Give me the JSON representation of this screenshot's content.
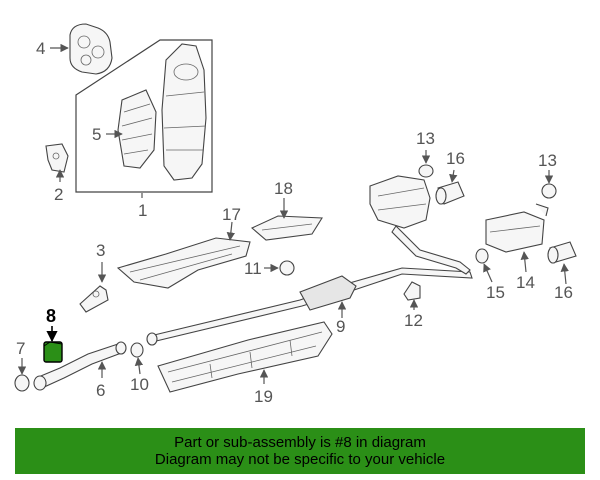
{
  "diagram": {
    "highlight_color": "#2b8f17",
    "callouts": {
      "c1": "1",
      "c2": "2",
      "c3": "3",
      "c4": "4",
      "c5": "5",
      "c6": "6",
      "c7": "7",
      "c8": "8",
      "c9": "9",
      "c10": "10",
      "c11": "11",
      "c12": "12",
      "c13a": "13",
      "c13b": "13",
      "c14": "14",
      "c15": "15",
      "c16a": "16",
      "c16b": "16",
      "c17": "17",
      "c18": "18",
      "c19": "19"
    }
  },
  "banner": {
    "line1": "Part or sub-assembly is #8 in diagram",
    "line2": "Diagram may not be specific to your vehicle"
  }
}
